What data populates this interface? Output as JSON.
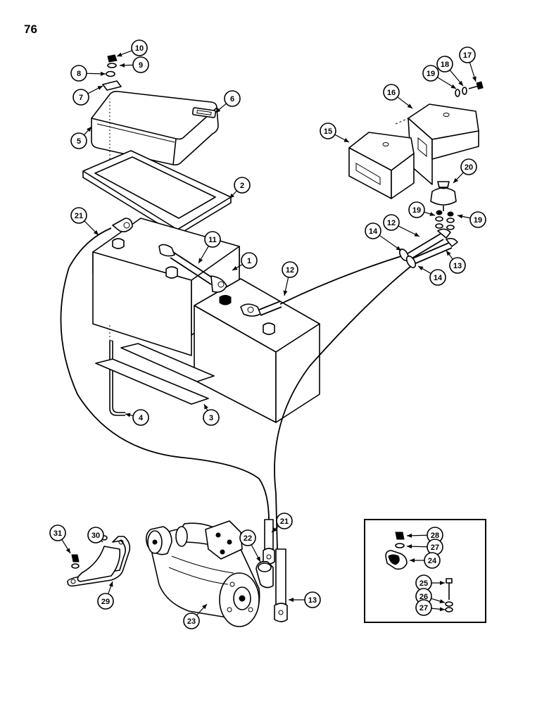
{
  "page": {
    "number": "76"
  },
  "callouts": [
    {
      "id": "c10",
      "label": "10"
    },
    {
      "id": "c9",
      "label": "9"
    },
    {
      "id": "c8",
      "label": "8"
    },
    {
      "id": "c7",
      "label": "7"
    },
    {
      "id": "c6",
      "label": "6"
    },
    {
      "id": "c5",
      "label": "5"
    },
    {
      "id": "c2",
      "label": "2"
    },
    {
      "id": "c21a",
      "label": "21"
    },
    {
      "id": "c11",
      "label": "11"
    },
    {
      "id": "c1",
      "label": "1"
    },
    {
      "id": "c12a",
      "label": "12"
    },
    {
      "id": "c3",
      "label": "3"
    },
    {
      "id": "c4",
      "label": "4"
    },
    {
      "id": "c17",
      "label": "17"
    },
    {
      "id": "c18",
      "label": "18"
    },
    {
      "id": "c19a",
      "label": "19"
    },
    {
      "id": "c16",
      "label": "16"
    },
    {
      "id": "c15",
      "label": "15"
    },
    {
      "id": "c20",
      "label": "20"
    },
    {
      "id": "c19b",
      "label": "19"
    },
    {
      "id": "c19c",
      "label": "19"
    },
    {
      "id": "c12b",
      "label": "12"
    },
    {
      "id": "c14a",
      "label": "14"
    },
    {
      "id": "c13a",
      "label": "13"
    },
    {
      "id": "c14b",
      "label": "14"
    },
    {
      "id": "c21b",
      "label": "21"
    },
    {
      "id": "c22",
      "label": "22"
    },
    {
      "id": "c31",
      "label": "31"
    },
    {
      "id": "c30",
      "label": "30"
    },
    {
      "id": "c29",
      "label": "29"
    },
    {
      "id": "c23",
      "label": "23"
    },
    {
      "id": "c13b",
      "label": "13"
    },
    {
      "id": "c28",
      "label": "28"
    },
    {
      "id": "c27a",
      "label": "27"
    },
    {
      "id": "c24",
      "label": "24"
    },
    {
      "id": "c25",
      "label": "25"
    },
    {
      "id": "c26",
      "label": "26"
    },
    {
      "id": "c27b",
      "label": "27"
    }
  ]
}
